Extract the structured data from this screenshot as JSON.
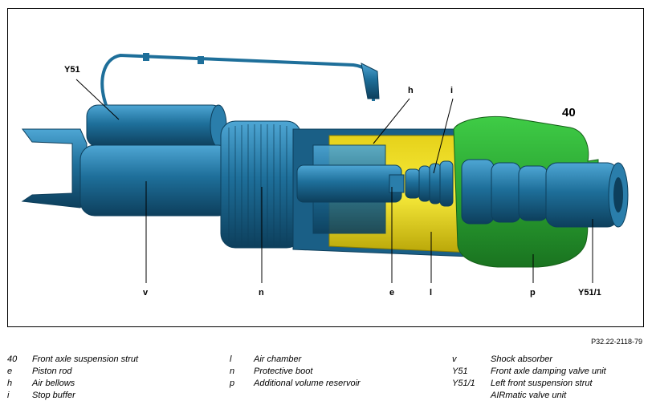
{
  "figure_ref": "P32.22-2118-79",
  "callouts": {
    "c40": "40",
    "cY51": "Y51",
    "ch": "h",
    "ci": "i",
    "cv": "v",
    "cn": "n",
    "ce": "e",
    "cl": "l",
    "cp": "p",
    "cY511": "Y51/1"
  },
  "legend": [
    {
      "key": "40",
      "text": "Front axle suspension strut"
    },
    {
      "key": "e",
      "text": "Piston rod"
    },
    {
      "key": "h",
      "text": "Air bellows"
    },
    {
      "key": "i",
      "text": "Stop buffer"
    },
    {
      "key": "l",
      "text": "Air chamber"
    },
    {
      "key": "n",
      "text": "Protective boot"
    },
    {
      "key": "p",
      "text": "Additional volume reservoir"
    },
    {
      "key": "v",
      "text": "Shock absorber"
    },
    {
      "key": "Y51",
      "text": "Front axle damping valve unit"
    },
    {
      "key": "Y51/1",
      "text": "Left front suspension strut"
    },
    {
      "key": "",
      "text": "AIRmatic valve unit"
    }
  ],
  "colors": {
    "steel": "#1e6f9a",
    "steel_dark": "#0f4868",
    "steel_light": "#3d94c2",
    "yellow": "#f2e11a",
    "yellow_dark": "#b8a800",
    "green": "#33b43a",
    "green_dark": "#1f7f24"
  }
}
